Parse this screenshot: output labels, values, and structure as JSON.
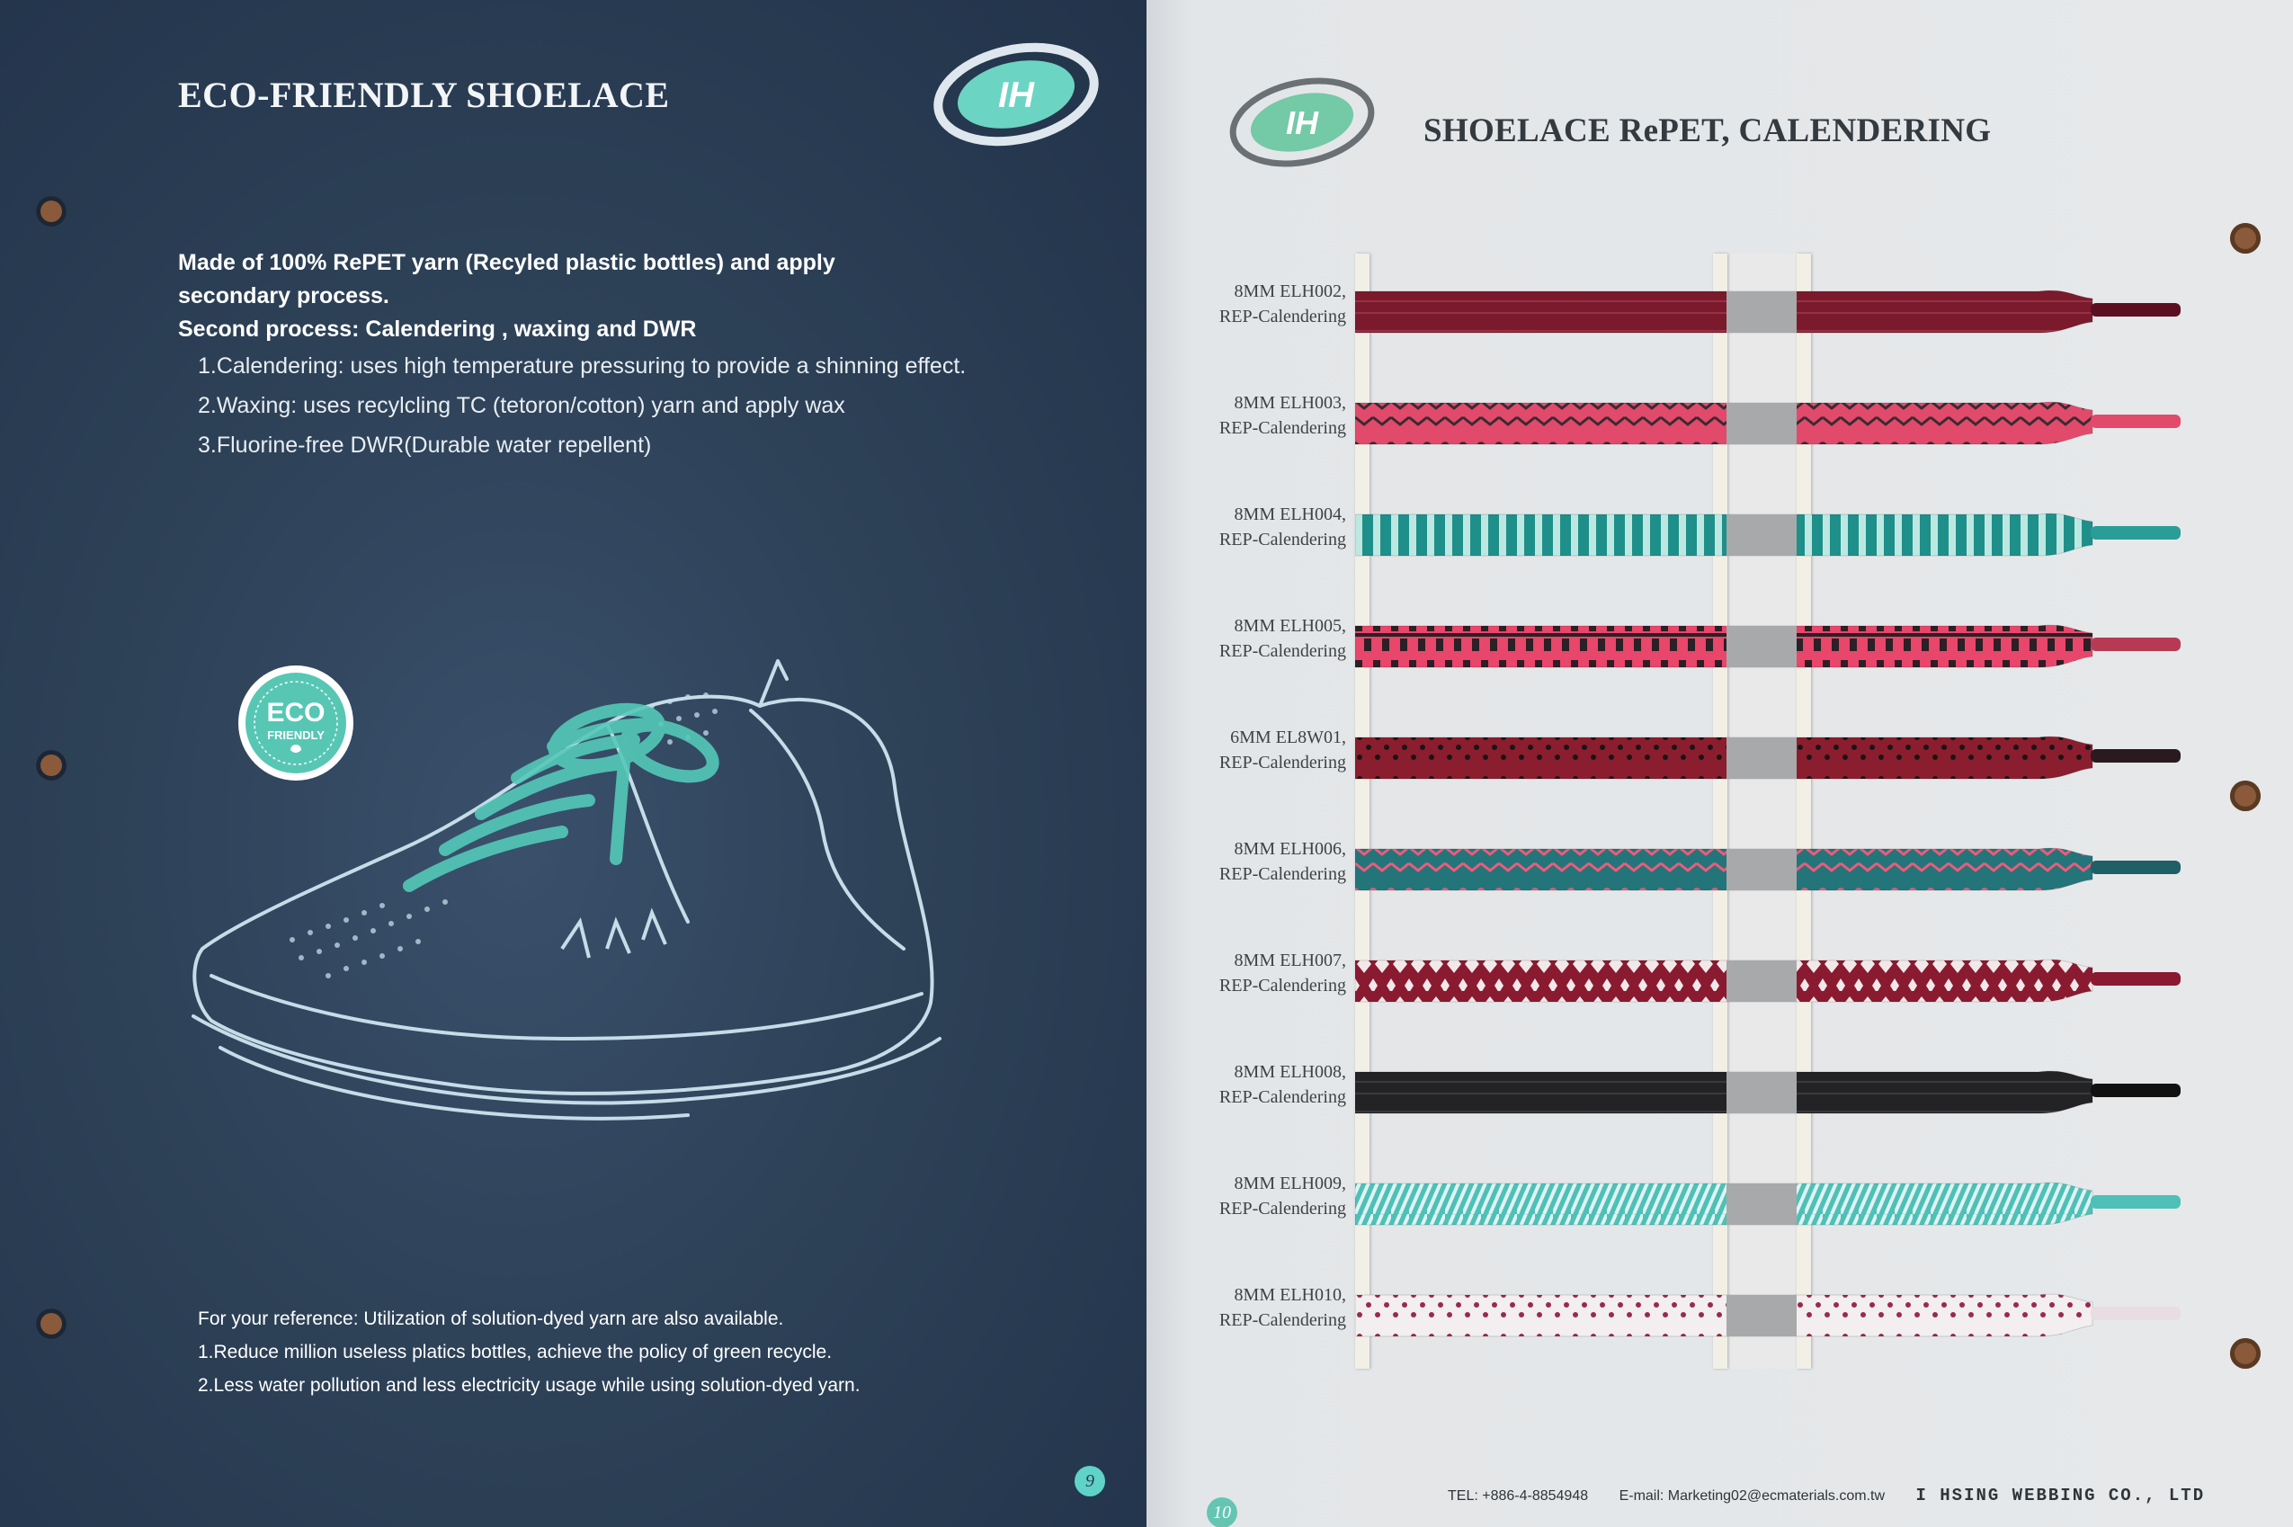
{
  "left": {
    "title": "ECO-FRIENDLY SHOELACE",
    "logo_text": "IH",
    "intro_lines": [
      "Made of 100% RePET yarn (Recyled plastic bottles) and apply",
      "secondary process.",
      "Second process: Calendering , waxing and DWR"
    ],
    "process_items": [
      "1.Calendering: uses high temperature pressuring to provide a shinning effect.",
      "2.Waxing: uses recylcling TC (tetoron/cotton) yarn and apply wax",
      "3.Fluorine-free DWR(Durable water repellent)"
    ],
    "eco_badge": {
      "line1": "ECO",
      "line2": "FRIENDLY"
    },
    "note_lines": [
      "For your reference: Utilization of solution-dyed yarn are also available.",
      "1.Reduce million useless platics bottles, achieve the policy of green recycle.",
      "2.Less water pollution and less electricity usage while using solution-dyed yarn."
    ],
    "page_number": "9"
  },
  "right": {
    "title": "SHOELACE RePET, CALENDERING",
    "logo_text": "IH",
    "laces": [
      {
        "code": "8MM ELH002,",
        "process": "REP-Calendering",
        "base": "#7a1a2c",
        "pattern": "#9a3044",
        "aglet": "#5b1020",
        "style": "solid"
      },
      {
        "code": "8MM ELH003,",
        "process": "REP-Calendering",
        "base": "#e14a6a",
        "pattern": "#3a2a33",
        "aglet": "#e14a6a",
        "style": "chevron"
      },
      {
        "code": "8MM ELH004,",
        "process": "REP-Calendering",
        "base": "#1f8f8a",
        "pattern": "#bde8e2",
        "aglet": "#2a9d96",
        "style": "stripes"
      },
      {
        "code": "8MM ELH005,",
        "process": "REP-Calendering",
        "base": "#e8466a",
        "pattern": "#2a2026",
        "aglet": "#b73a55",
        "style": "checks"
      },
      {
        "code": "6MM EL8W01,",
        "process": "REP-Calendering",
        "base": "#8a1e2e",
        "pattern": "#1a1416",
        "aglet": "#2a1a20",
        "style": "dots"
      },
      {
        "code": "8MM ELH006,",
        "process": "REP-Calendering",
        "base": "#23757a",
        "pattern": "#f05a7a",
        "aglet": "#1f5f66",
        "style": "chevron"
      },
      {
        "code": "8MM ELH007,",
        "process": "REP-Calendering",
        "base": "#8a1a30",
        "pattern": "#f2e8ea",
        "aglet": "#8a1a30",
        "style": "diamond"
      },
      {
        "code": "8MM ELH008,",
        "process": "REP-Calendering",
        "base": "#232325",
        "pattern": "#3a3a3d",
        "aglet": "#111111",
        "style": "solid"
      },
      {
        "code": "8MM ELH009,",
        "process": "REP-Calendering",
        "base": "#4fc0b8",
        "pattern": "#dff4f2",
        "aglet": "#4fc0b8",
        "style": "twill"
      },
      {
        "code": "8MM ELH010,",
        "process": "REP-Calendering",
        "base": "#f3eef0",
        "pattern": "#9a2a4a",
        "aglet": "#e8dde2",
        "style": "dots"
      }
    ],
    "footer": {
      "tel": "TEL: +886-4-8854948",
      "email": "E-mail: Marketing02@ecmaterials.com.tw",
      "company": "I HSING WEBBING CO., LTD"
    },
    "page_number": "10"
  },
  "colors": {
    "left_bg": "#2d4157",
    "teal_accent": "#5fd3c8",
    "right_bg": "#e6e8ea"
  }
}
